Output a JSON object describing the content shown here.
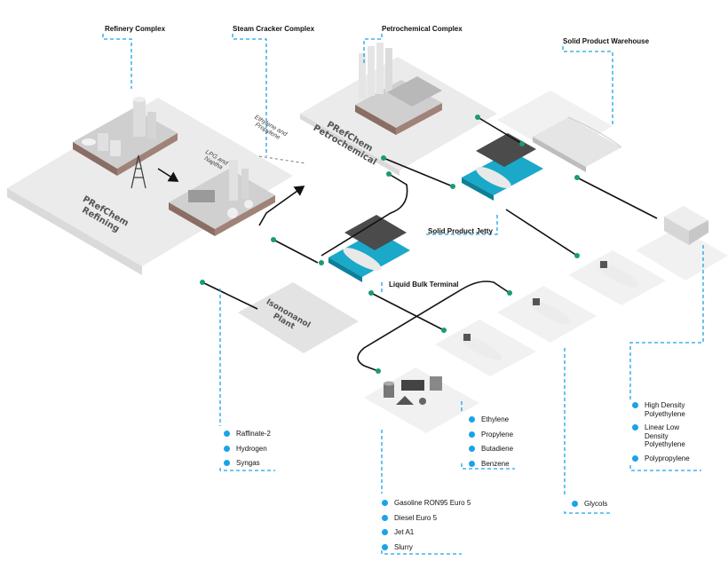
{
  "titles": {
    "refinery": "Refinery Complex",
    "steam_cracker": "Steam Cracker Complex",
    "petrochemical": "Petrochemical Complex",
    "warehouse": "Solid Product Warehouse",
    "jetty": "Solid Product Jetty",
    "liquid_terminal": "Liquid Bulk Terminal"
  },
  "platforms": {
    "refining": [
      "PRefChem",
      "Refining"
    ],
    "petrochemical": [
      "PRefChem",
      "Petrochemical"
    ],
    "isononanol": [
      "Isononanol",
      "Plant"
    ]
  },
  "flows": {
    "lpg": [
      "LPG and",
      "Naptha"
    ],
    "ethylene": [
      "Ethylene and",
      "Propylene"
    ]
  },
  "product_lists": {
    "isononanol": [
      "Raffinate-2",
      "Hydrogen",
      "Syngas"
    ],
    "chemicals": [
      "Ethylene",
      "Propylene",
      "Butadiene",
      "Benzene"
    ],
    "fuels": [
      "Gasoline RON95 Euro 5",
      "Diesel Euro 5",
      "Jet A1",
      "Slurry"
    ],
    "glycols": [
      "Glycols"
    ],
    "polymers": [
      "High Density Polyethylene",
      "Linear Low Density Polyethylene",
      "Polypropylene"
    ]
  },
  "colors": {
    "accent_blue": "#1aa3e8",
    "connector_green": "#1b9b73",
    "platform_gray": "#e9e9e9",
    "water": "#1aa9c9"
  }
}
